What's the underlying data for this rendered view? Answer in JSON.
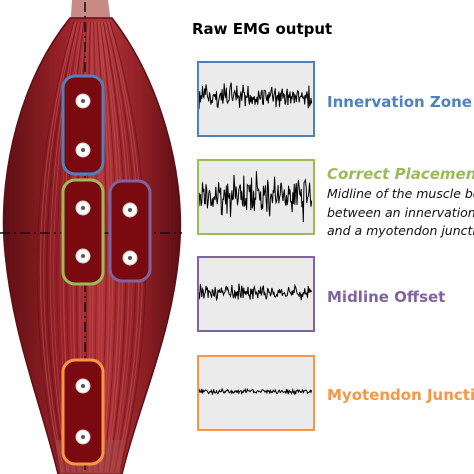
{
  "title": "Raw EMG output",
  "panels": [
    {
      "id": "innervation",
      "label": "Innervation Zone",
      "italic": false,
      "color": "#4f81bd",
      "amplitude": 0.55,
      "density": 1.0
    },
    {
      "id": "correct",
      "label": "Correct Placement",
      "italic": true,
      "color": "#9bbb59",
      "amplitude": 1.0,
      "density": 1.0,
      "description": [
        "Midline of the muscle belly",
        "between an innervation zo",
        "and a myotendon junction"
      ]
    },
    {
      "id": "midline",
      "label": "Midline Offset",
      "italic": false,
      "color": "#8064a2",
      "amplitude": 0.35,
      "density": 1.0
    },
    {
      "id": "myotendon",
      "label": "Myotendon Junction",
      "italic": false,
      "color": "#f79646",
      "amplitude": 0.12,
      "density": 1.0
    }
  ],
  "colors": {
    "muscle": "#8b1e24",
    "muscle_dark": "#5e0f14",
    "electrode_fill": "#7a0a0f",
    "innervation_box": "#4f81bd",
    "correct_box": "#9bbb59",
    "midline_box": "#8064a2",
    "myotendon_box": "#f79646"
  }
}
